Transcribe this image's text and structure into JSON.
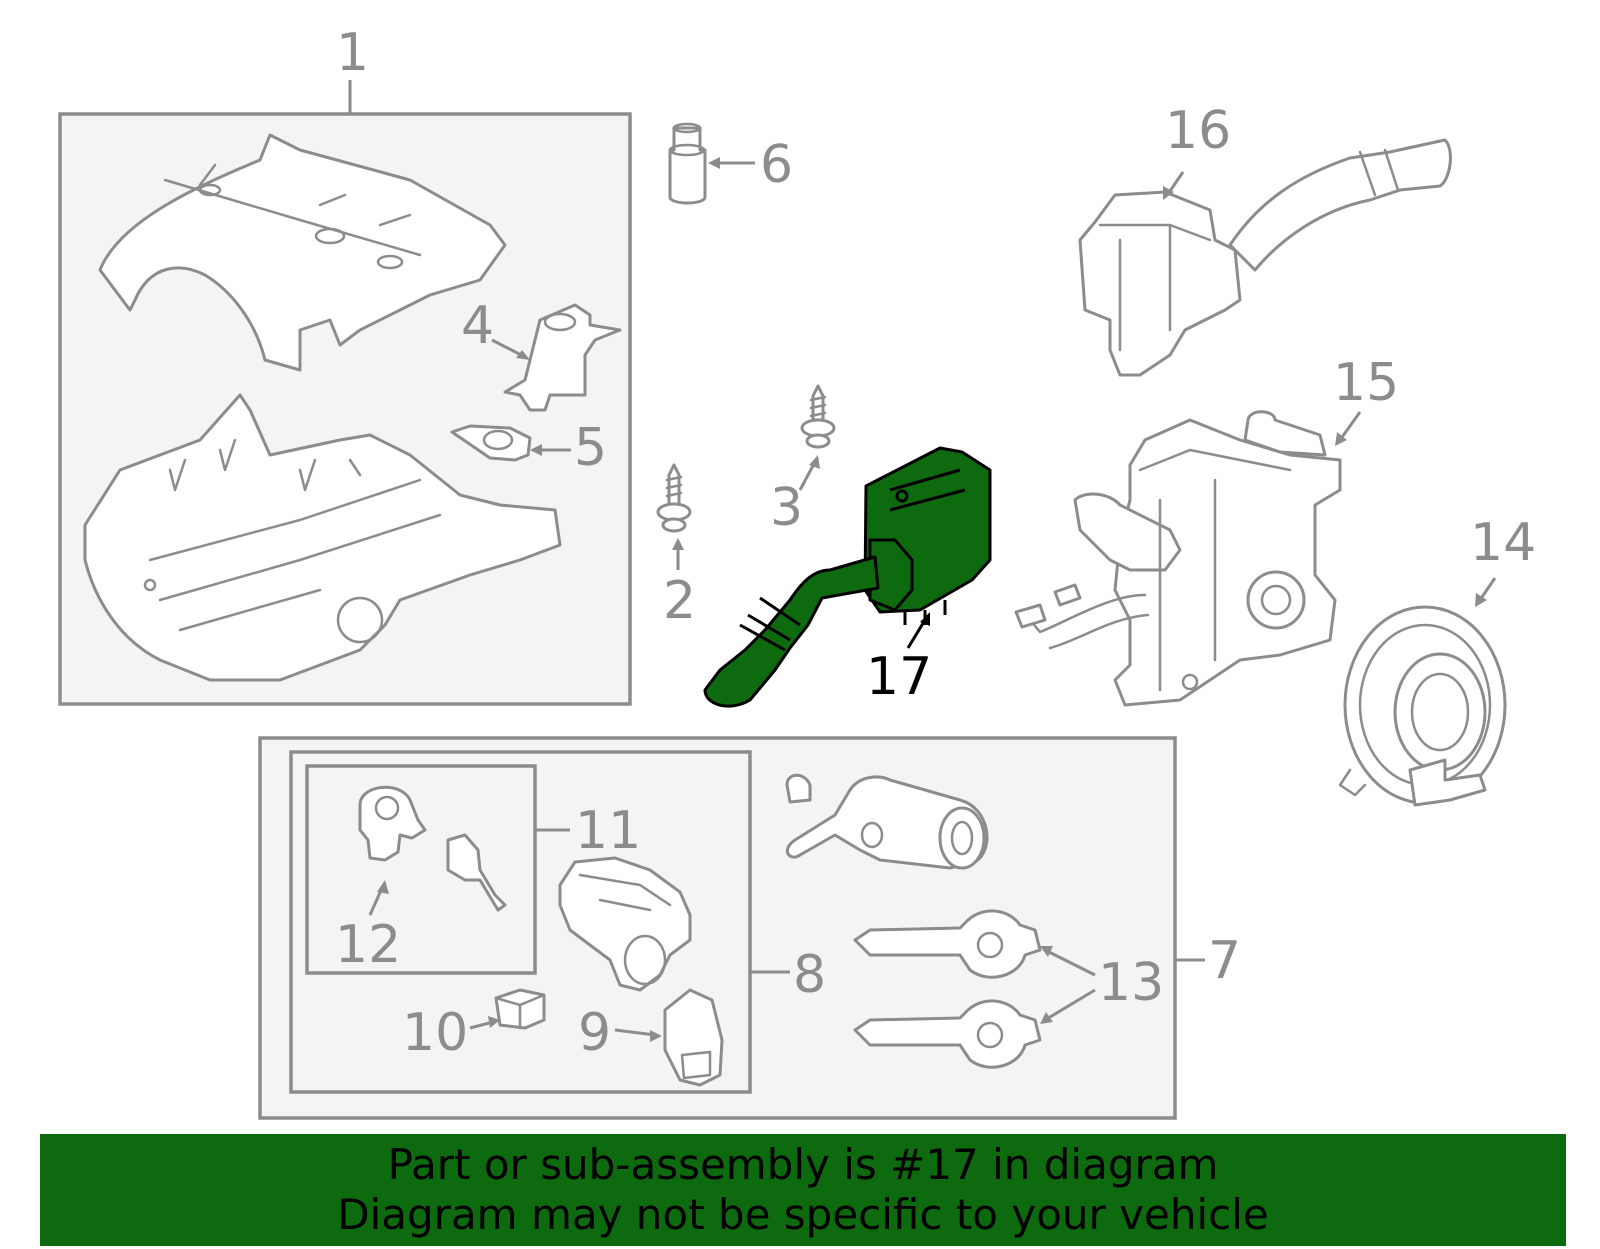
{
  "diagram": {
    "callouts": {
      "c1": "1",
      "c2": "2",
      "c3": "3",
      "c4": "4",
      "c5": "5",
      "c6": "6",
      "c7": "7",
      "c8": "8",
      "c9": "9",
      "c10": "10",
      "c11": "11",
      "c12": "12",
      "c13": "13",
      "c14": "14",
      "c15": "15",
      "c16": "16",
      "c17": "17"
    },
    "highlighted_part": "17",
    "colors": {
      "highlight_fill": "#0e6a0e",
      "line_gray": "#8c8c8c",
      "box_fill": "#f4f4f4",
      "banner_background": "#0e6a0e"
    }
  },
  "banner": {
    "line1": "Part or sub-assembly is #17 in diagram",
    "line2": "Diagram may not be specific to your vehicle"
  }
}
